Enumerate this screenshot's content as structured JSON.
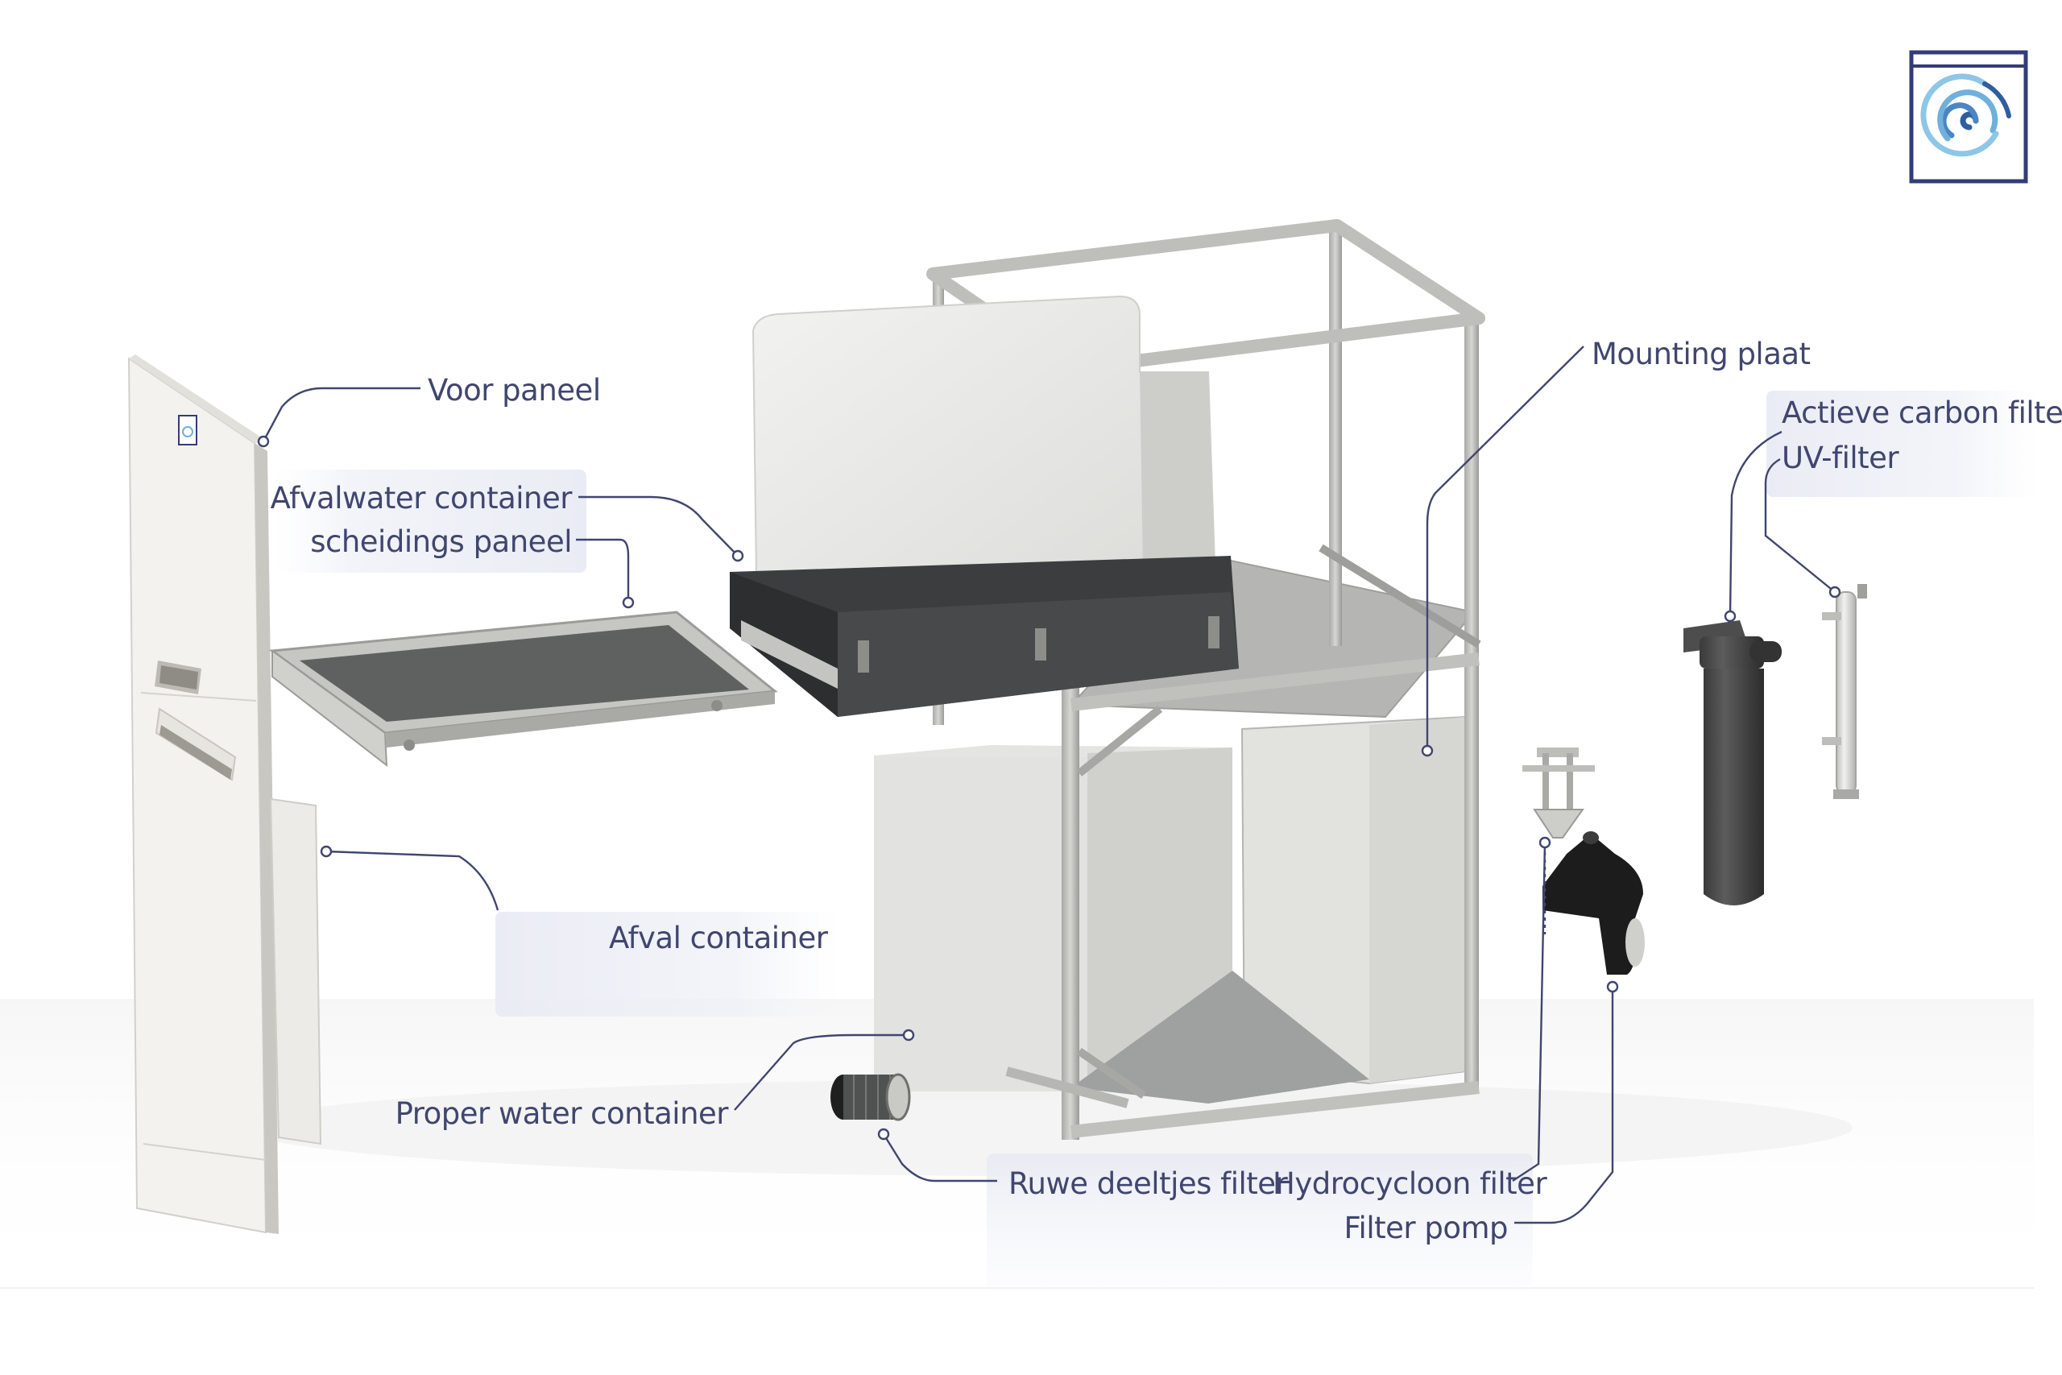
{
  "labels": {
    "voor_paneel": "Voor paneel",
    "afvalwater_container": "Afvalwater container",
    "scheidings_paneel": "scheidings paneel",
    "afval_container": "Afval container",
    "proper_water_container": "Proper water container",
    "ruwe_deeltjes_filter": "Ruwe deeltjes filter",
    "hydrocycloon_filter": "Hydrocycloon filter",
    "filter_pomp": "Filter pomp",
    "mounting_plaat": "Mounting plaat",
    "actieve_carbon_filter": "Actieve carbon filter",
    "uv_filter": "UV-filter"
  },
  "colors": {
    "label_text": "#40466e",
    "leader_line": "#40466e",
    "label_panel": "#e9ebf4",
    "logo_frame": "#343c77",
    "logo_spiral_dark": "#2f5e9e",
    "logo_spiral_light": "#6fb0dc"
  },
  "icons": {
    "logo": "spiral-logo-icon"
  }
}
